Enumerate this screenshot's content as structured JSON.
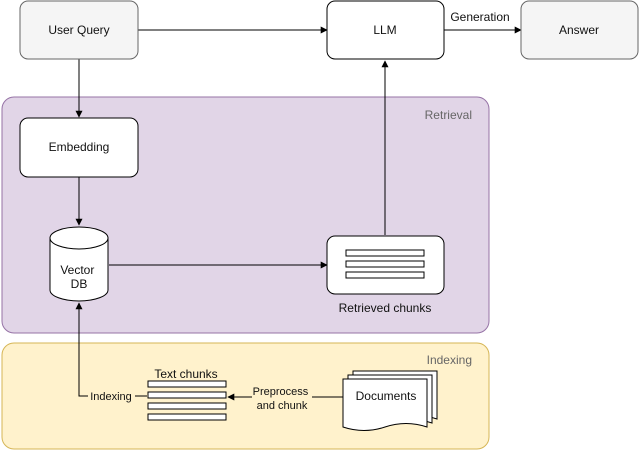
{
  "colors": {
    "retrieval_fill": "#e1d5e7",
    "retrieval_stroke": "#9673a6",
    "indexing_fill": "#fff2cc",
    "indexing_stroke": "#d6b656",
    "grey_box": "#f5f5f5",
    "line": "#000000"
  },
  "groups": {
    "retrieval": "Retrieval",
    "indexing": "Indexing"
  },
  "nodes": {
    "user_query": "User Query",
    "llm": "LLM",
    "answer": "Answer",
    "embedding": "Embedding",
    "vector_db_line1": "Vector",
    "vector_db_line2": "DB",
    "retrieved_chunks": "Retrieved chunks",
    "text_chunks": "Text chunks",
    "documents": "Documents"
  },
  "edges": {
    "generation": "Generation",
    "indexing": "Indexing",
    "preprocess_line1": "Preprocess",
    "preprocess_line2": "and chunk"
  }
}
